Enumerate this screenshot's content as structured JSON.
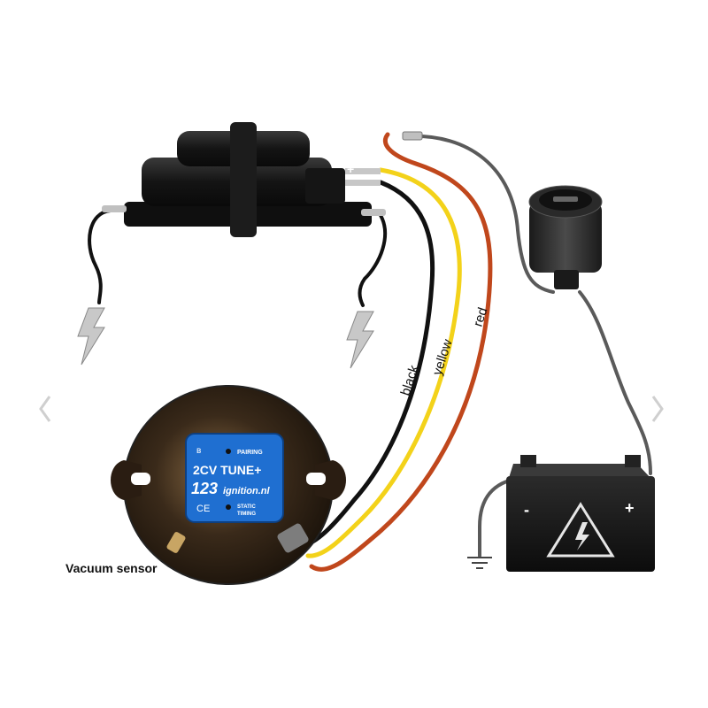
{
  "wires": {
    "black": "black",
    "yellow": "yellow",
    "red": "red"
  },
  "coil": {
    "plus": "+",
    "minus": "-"
  },
  "module": {
    "pairing": "PAIRING",
    "model": "2CV TUNE+",
    "brand_num": "123",
    "brand_text": "ignition.nl",
    "ce": "CE",
    "static": "STATIC",
    "timing": "TIMING"
  },
  "battery": {
    "minus": "-",
    "plus": "+"
  },
  "vacuum_label": "Vacuum sensor",
  "colors": {
    "black_wire": "#111111",
    "yellow_wire": "#f3d21a",
    "red_wire": "#c0471c",
    "gray_wire": "#5a5a5a",
    "module_blue": "#1f6fd1",
    "spark_gray": "#c8c8c8"
  },
  "nav": {
    "left_icon": "chevron-left-icon",
    "right_icon": "chevron-right-icon"
  }
}
